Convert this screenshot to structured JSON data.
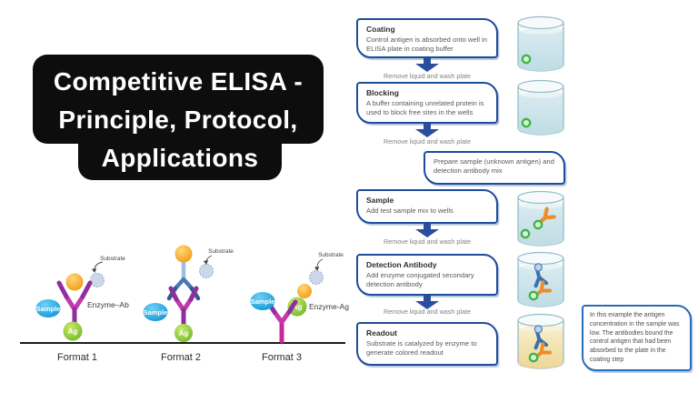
{
  "title": {
    "lines": [
      "Competitive ELISA -",
      "Principle, Protocol,",
      "Applications"
    ]
  },
  "formats": {
    "substrate_label": "Substrate",
    "sample_label": "Sample",
    "antigen_label": "Ag",
    "items": [
      {
        "label": "Format 1",
        "enzyme_label": "Enzyme–Ab"
      },
      {
        "label": "Format 2",
        "enzyme_label": ""
      },
      {
        "label": "Format 3",
        "enzyme_label": "Enzyme-Ag"
      }
    ]
  },
  "flow": {
    "steps": [
      {
        "title": "Coating",
        "body": "Control antigen is absorbed onto well in ELISA plate in coating buffer",
        "connector": "Remove liquid and wash plate"
      },
      {
        "title": "Blocking",
        "body": "A buffer containing unrelated protein is used to block free sites in the wells",
        "connector": "Remove liquid and wash plate"
      },
      {
        "title": "Sample",
        "body": "Add test sample mix to wells",
        "connector": "Remove liquid and wash plate"
      },
      {
        "title": "Detection Antibody",
        "body": "Add enzyme conjugated secondary detection antibody",
        "connector": "Remove liquid and wash plate"
      },
      {
        "title": "Readout",
        "body": "Substrate is catalyzed by enzyme to generate colored readout"
      }
    ],
    "prepare_note": "Prepare sample (unknown antigen) and detection antibody mix",
    "result_note": "In this example the antigen concentration in the sample was low. The antibodies bound the control antigen that had been absorbed to the plate in the coating step"
  },
  "colors": {
    "box_border": "#1d4c9b",
    "note_border": "#2a6cb5",
    "arrow_blue": "#2b4d9e",
    "title_bg": "#0d0d0d",
    "title_text": "#ffffff",
    "antibody_magenta": "#b23aa5",
    "antibody_blue": "#3a72ae",
    "antibody_orange": "#ee8c28",
    "antigen_green": "#7cbf30",
    "sample_blue": "#1f9ad6",
    "enzyme_orange": "#f6a21f",
    "liquid_blue": "#cfe5ea",
    "liquid_yellow": "#f2e3b0"
  }
}
